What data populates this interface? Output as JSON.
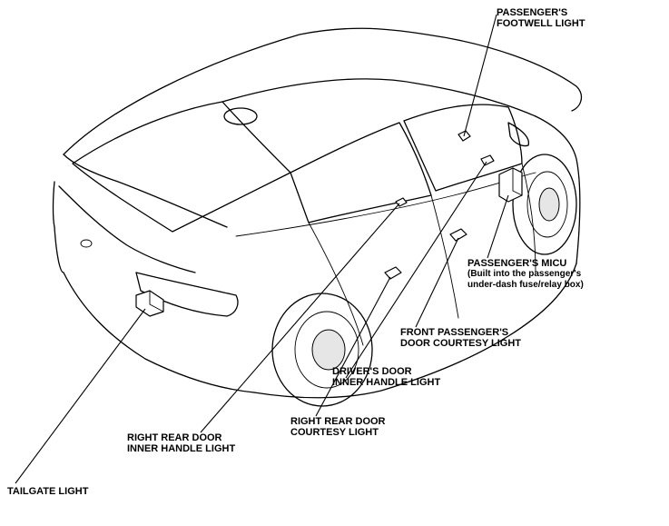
{
  "labels": {
    "passenger_footwell": [
      "PASSENGER'S",
      "FOOTWELL LIGHT"
    ],
    "passenger_micu": [
      "PASSENGER'S MICU"
    ],
    "passenger_micu_note": [
      "(Built into the passenger's",
      "under-dash fuse/relay box)"
    ],
    "front_passenger_courtesy": [
      "FRONT PASSENGER'S",
      "DOOR COURTESY LIGHT"
    ],
    "drivers_door_handle": [
      "DRIVER'S DOOR",
      "INNER HANDLE LIGHT"
    ],
    "right_rear_courtesy": [
      "RIGHT REAR DOOR",
      "COURTESY LIGHT"
    ],
    "right_rear_handle": [
      "RIGHT REAR DOOR",
      "INNER HANDLE LIGHT"
    ],
    "tailgate": [
      "TAILGATE LIGHT"
    ]
  }
}
